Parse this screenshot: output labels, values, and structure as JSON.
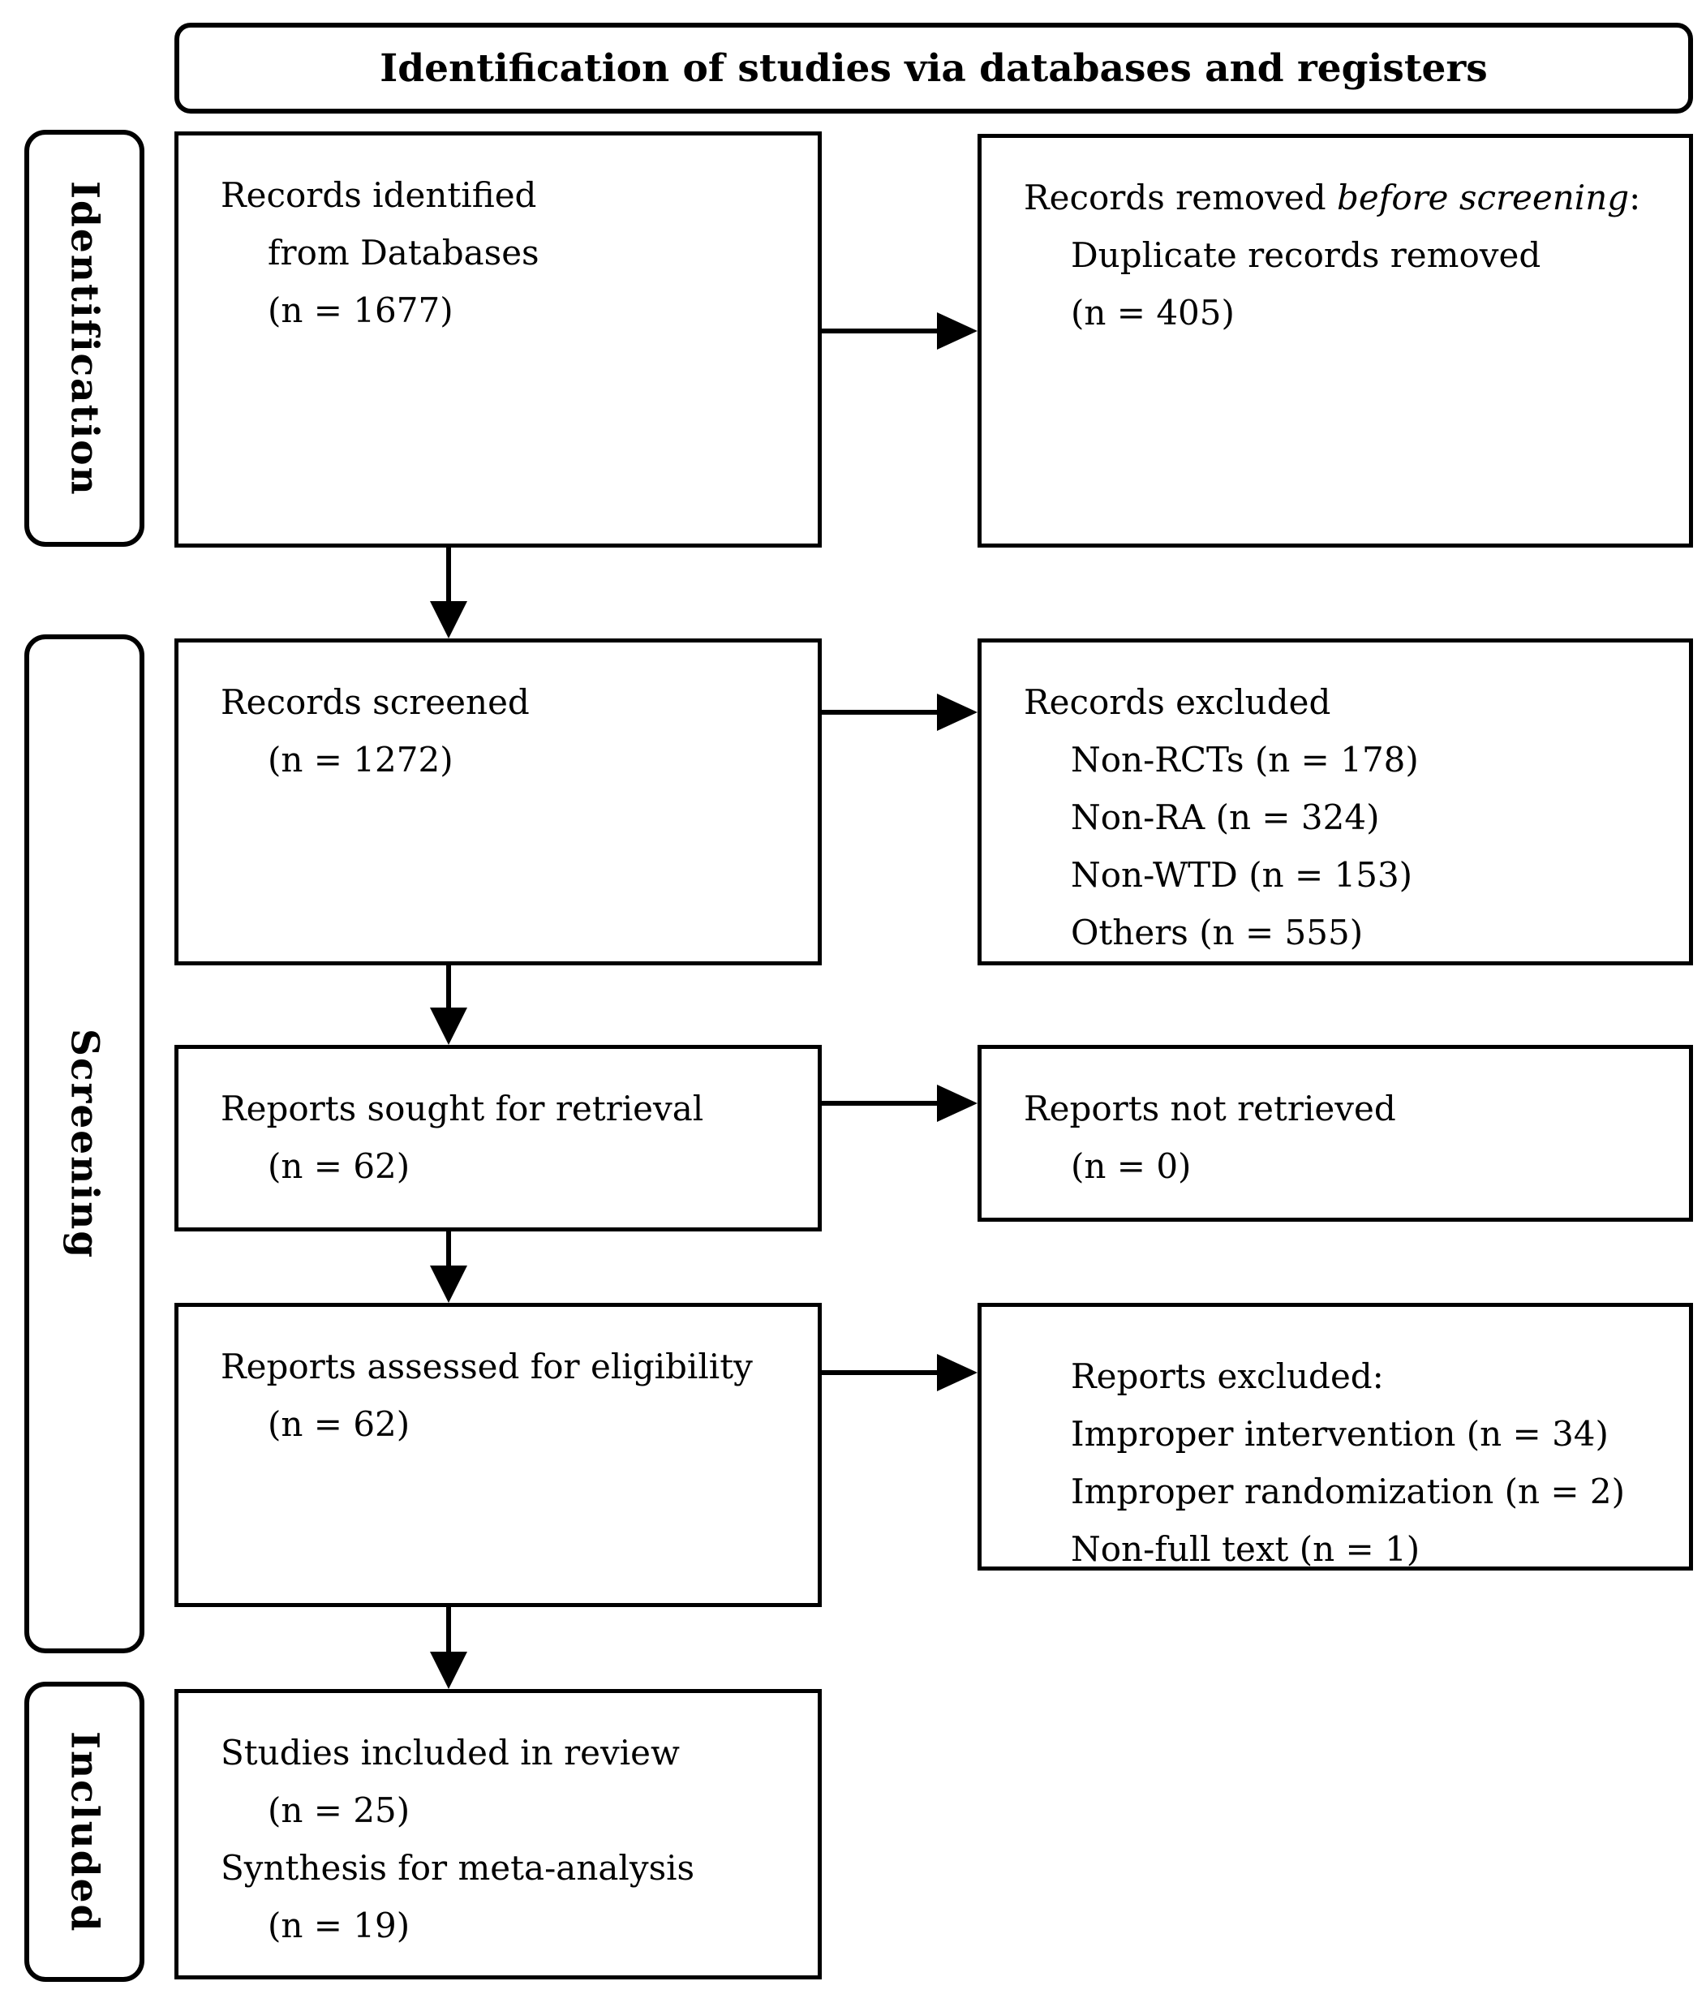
{
  "title": "Identification of studies via databases and registers",
  "sidebars": {
    "identification": "Identification",
    "screening": "Screening",
    "included": "Included"
  },
  "boxes": {
    "records_identified": {
      "line1": "Records identified",
      "line2": "from Databases",
      "line3": "(n = 1677)"
    },
    "records_removed": {
      "line1_prefix": "Records removed ",
      "line1_italic": "before screening",
      "line1_suffix": ":",
      "line2": "Duplicate records removed",
      "line3": "(n = 405)"
    },
    "records_screened": {
      "line1": "Records screened",
      "line2": "(n = 1272)"
    },
    "records_excluded": {
      "header": "Records excluded",
      "items": [
        "Non-RCTs (n = 178)",
        "Non-RA (n = 324)",
        "Non-WTD (n = 153)",
        "Others (n = 555)"
      ]
    },
    "reports_sought": {
      "line1": "Reports sought for retrieval",
      "line2": "(n = 62)"
    },
    "reports_not_retrieved": {
      "line1": "Reports not retrieved",
      "line2": "(n = 0)"
    },
    "reports_assessed": {
      "line1": "Reports assessed for eligibility",
      "line2": "(n = 62)"
    },
    "reports_excluded": {
      "header": "Reports excluded:",
      "items": [
        "Improper intervention (n = 34)",
        "Improper randomization (n = 2)",
        "Non-full text (n = 1)"
      ]
    },
    "studies_included": {
      "line1": "Studies included in review",
      "line2": "(n = 25)",
      "line3": "Synthesis for meta-analysis",
      "line4": "(n = 19)"
    }
  }
}
